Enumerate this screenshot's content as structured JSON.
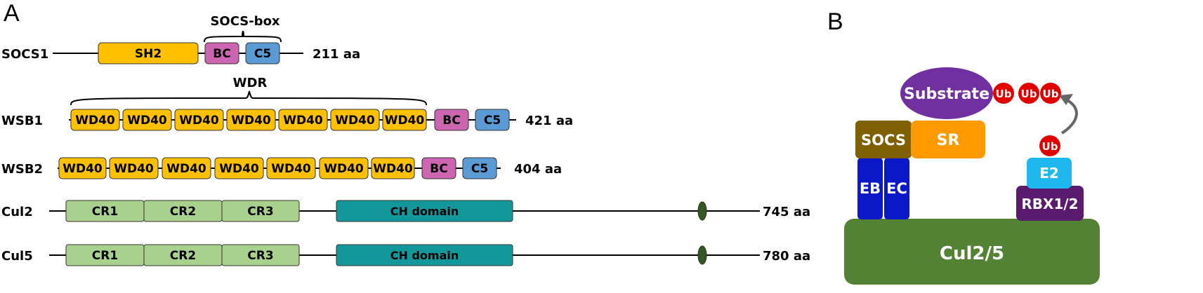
{
  "panel_a": {
    "letter": "A",
    "brackets": {
      "socs_box": "SOCS-box",
      "wdr": "WDR"
    },
    "proteins": [
      {
        "name": "SOCS1",
        "length": "211 aa",
        "domains": [
          {
            "label": "SH2",
            "type": "sh2"
          },
          {
            "label": "BC",
            "type": "bc"
          },
          {
            "label": "C5",
            "type": "c5"
          }
        ]
      },
      {
        "name": "WSB1",
        "length": "421 aa",
        "domains": [
          {
            "label": "WD40",
            "type": "wd40"
          },
          {
            "label": "WD40",
            "type": "wd40"
          },
          {
            "label": "WD40",
            "type": "wd40"
          },
          {
            "label": "WD40",
            "type": "wd40"
          },
          {
            "label": "WD40",
            "type": "wd40"
          },
          {
            "label": "WD40",
            "type": "wd40"
          },
          {
            "label": "WD40",
            "type": "wd40"
          },
          {
            "label": "BC",
            "type": "bc"
          },
          {
            "label": "C5",
            "type": "c5"
          }
        ]
      },
      {
        "name": "WSB2",
        "length": "404 aa",
        "domains": [
          {
            "label": "WD40",
            "type": "wd40"
          },
          {
            "label": "WD40",
            "type": "wd40"
          },
          {
            "label": "WD40",
            "type": "wd40"
          },
          {
            "label": "WD40",
            "type": "wd40"
          },
          {
            "label": "WD40",
            "type": "wd40"
          },
          {
            "label": "WD40",
            "type": "wd40"
          },
          {
            "label": "WD40",
            "type": "wd40"
          },
          {
            "label": "BC",
            "type": "bc"
          },
          {
            "label": "C5",
            "type": "c5"
          }
        ]
      },
      {
        "name": "Cul2",
        "length": "745 aa",
        "domains": [
          {
            "label": "CR1",
            "type": "cr"
          },
          {
            "label": "CR2",
            "type": "cr"
          },
          {
            "label": "CR3",
            "type": "cr"
          },
          {
            "label": "CH domain",
            "type": "ch"
          },
          {
            "label": "",
            "type": "ned"
          }
        ]
      },
      {
        "name": "Cul5",
        "length": "780 aa",
        "domains": [
          {
            "label": "CR1",
            "type": "cr"
          },
          {
            "label": "CR2",
            "type": "cr"
          },
          {
            "label": "CR3",
            "type": "cr"
          },
          {
            "label": "CH domain",
            "type": "ch"
          },
          {
            "label": "",
            "type": "ned"
          }
        ]
      }
    ]
  },
  "panel_b": {
    "letter": "B",
    "components": {
      "substrate": "Substrate",
      "ub": "Ub",
      "socs": "SOCS",
      "sr": "SR",
      "eb": "EB",
      "ec": "EC",
      "e2": "E2",
      "rbx": "RBX1/2",
      "cullin": "Cul2/5"
    }
  },
  "colors": {
    "sh2": "#ffc000",
    "wd40": "#ffc000",
    "bc": "#cc66b0",
    "c5": "#5b9bd5",
    "cr": "#a9d18e",
    "ch": "#12989a",
    "ned": "#375623",
    "substrate": "#7030a0",
    "ub": "#e00000",
    "socs": "#7f6000",
    "sr": "#ff9900",
    "eb_ec": "#0a18c8",
    "e2": "#1fb8ee",
    "rbx": "#5a1a6e",
    "cullin": "#548235"
  }
}
